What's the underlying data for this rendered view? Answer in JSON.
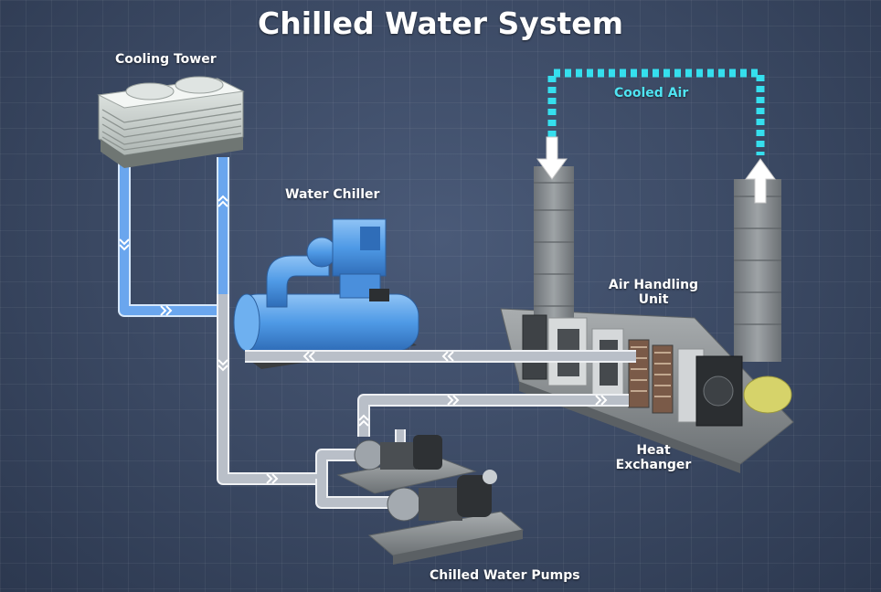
{
  "title": "Chilled Water System",
  "labels": {
    "cooling_tower": "Cooling Tower",
    "water_chiller": "Water Chiller",
    "cooled_air": "Cooled Air",
    "air_handling_unit": [
      "Air Handling",
      "Unit"
    ],
    "heat_exchanger": [
      "Heat",
      "Exchanger"
    ],
    "chilled_water_pumps": "Chilled Water Pumps"
  },
  "colors": {
    "condenser_water": "#6aa6ee",
    "chilled_water": "#b9bfc8",
    "cooled_air_duct": "#35dfee",
    "chiller_body": "#4f9ae6"
  },
  "icons": {
    "flow": "double-chevron-icon",
    "air": "arrow-icon"
  }
}
